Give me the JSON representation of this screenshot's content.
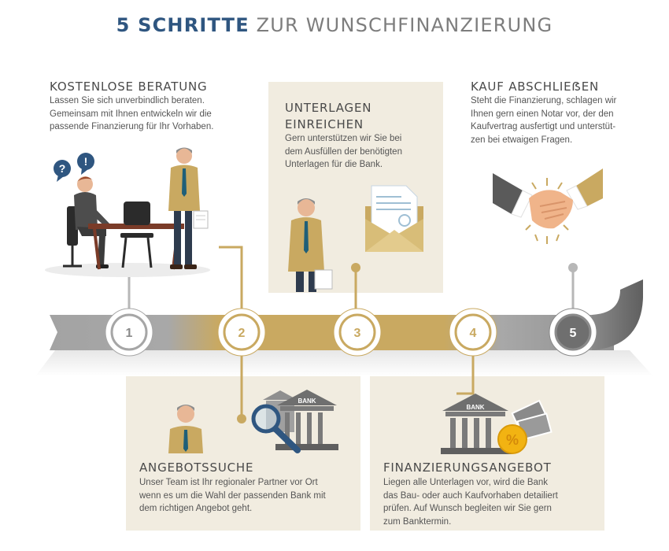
{
  "title": {
    "part1": "5 SCHRITTE",
    "part2": "ZUR WUNSCHFINANZIERUNG"
  },
  "steps": [
    {
      "number": "1",
      "heading": "KOSTENLOSE BERATUNG",
      "text": [
        "Lassen Sie sich unverbindlich beraten.",
        "Gemeinsam mit Ihnen entwickeln wir die",
        "passende Finanzierung für Ihr Vorhaben."
      ]
    },
    {
      "number": "2",
      "heading": "ANGEBOTSSUCHE",
      "text": [
        "Unser Team ist Ihr regionaler Partner vor Ort",
        "wenn es um die Wahl der passenden Bank mit",
        "dem richtigen Angebot geht."
      ]
    },
    {
      "number": "3",
      "heading_lines": [
        "UNTERLAGEN",
        "EINREICHEN"
      ],
      "text": [
        "Gern unterstützen wir Sie bei",
        "dem Ausfüllen der benötigten",
        "Unterlagen für die Bank."
      ]
    },
    {
      "number": "4",
      "heading": "FINANZIERUNGSANGEBOT",
      "text": [
        "Liegen alle Unterlagen vor, wird die Bank",
        "das Bau- oder auch Kaufvorhaben detailiert",
        "prüfen. Auf Wunsch begleiten wir Sie gern",
        "zum Banktermin."
      ]
    },
    {
      "number": "5",
      "heading": "KAUF ABSCHLIEẞEN",
      "text": [
        "Steht die Finanzierung, schlagen wir",
        "Ihnen gern einen Notar vor, der den",
        "Kaufvertrag ausfertigt und unterstüt-",
        "zen bei etwaigen Fragen."
      ]
    }
  ],
  "bank_label": "BANK",
  "percent_symbol": "%",
  "speech_icons": [
    "?",
    "!"
  ],
  "icons": [
    "question-bubble-icon",
    "exclamation-bubble-icon",
    "bank-icon",
    "magnifier-icon",
    "envelope-icon",
    "document-icon",
    "handshake-icon",
    "coin-icon",
    "banknotes-icon"
  ],
  "colors": {
    "title_blue": "#2f5680",
    "gold": "#c9a961",
    "gray": "#9c9c9c",
    "card": "#f1ece0",
    "text": "#555555"
  }
}
